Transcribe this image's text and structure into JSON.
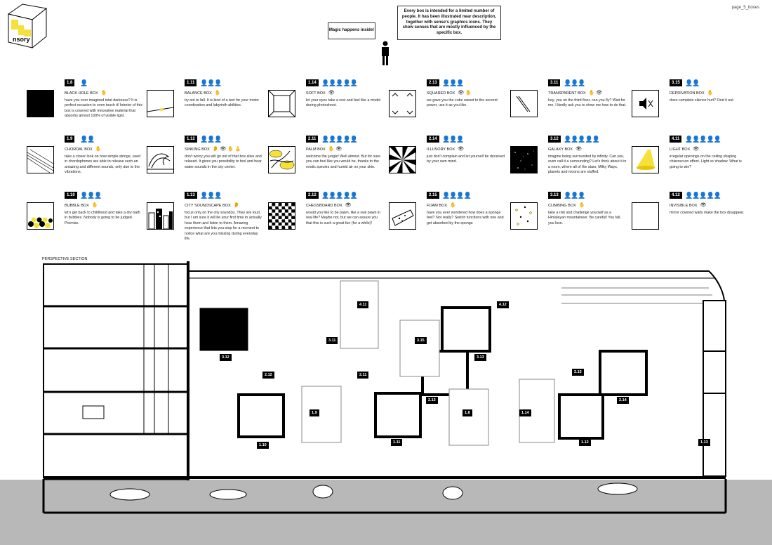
{
  "page_label": "page_5_boxes",
  "logo": {
    "text": "nsory"
  },
  "callouts": {
    "magic": "Magic happens inside!",
    "info": "Every box is intended for a limited number of people. It has been illustrated near description, together with sense's graphics icons. They show senses that are mostly influenced by the specific box."
  },
  "boxes": [
    {
      "num": "1.8",
      "title": "BLACK HOLE BOX",
      "people": "👤",
      "icons": "✋",
      "desc": "have you ever imagined total darkness? It is perfect occasion to even touch it! Interior of this box is covered with innovative material that absorbs almost 100% of visible light."
    },
    {
      "num": "1.11",
      "title": "BALANCE BOX",
      "people": "👤👤👤",
      "icons": "✋",
      "desc": "try not to fall. It is kind of a test for your motor coordination and labyrinth abilities."
    },
    {
      "num": "1.14",
      "title": "SOFT BOX",
      "people": "👤👤👤👤👤",
      "icons": "👁",
      "desc": "let your eyes take a rest and feel like a model during photoshoot."
    },
    {
      "num": "2.13",
      "title": "SQUARED BOX",
      "people": "👤👤👤",
      "icons": "👁 ✋",
      "desc": "we gave you the cube raised to the second power, use it as you like."
    },
    {
      "num": "3.11",
      "title": "TRANSPARENT BOX",
      "people": "👤👤👤",
      "icons": "✋ 👁",
      "desc": "hey, you on the third floor, can you fly? Wait for me, I kindly ask you to show me how to do that."
    },
    {
      "num": "3.15",
      "title": "DEPRIVATION BOX",
      "people": "👤👤",
      "icons": "✋",
      "desc": "does complete silence hurt? Find it out."
    },
    {
      "num": "1.9",
      "title": "CHORDAL BOX",
      "people": "👤👤",
      "icons": "✋",
      "desc": "take a closer look on how simple strings, used in chordophones are able to release such an amazing and different sounds, only due to the vibrations."
    },
    {
      "num": "1.12",
      "title": "SINKING BOX",
      "people": "👤👤👤",
      "icons": "👂 👁 ✋ 👃",
      "desc": "don't worry you will go out of that box alive and relaxed. It gives you possibility to feel and hear water sounds in the city center."
    },
    {
      "num": "2.11",
      "title": "PALM BOX",
      "people": "👤👤👤👤👤",
      "icons": "✋ 👁",
      "desc": "welcome the jungle! Well almost. But for sure you can feel like you would be, thanks to the exotic species and humid air on your skin."
    },
    {
      "num": "2.14",
      "title": "ILLUSORY BOX",
      "people": "👤👤👤",
      "icons": "👁",
      "desc": "just don't complain and let yourself be deceived by your own mind."
    },
    {
      "num": "3.12",
      "title": "GALAXY BOX",
      "people": "👤👤👤👤👤",
      "icons": "👁",
      "desc": "imagine being surrounded by infinity. Can you, even call it a surrounding? Let's think about it in a room, where all of the stars, Milky Ways, planets and moons are stuffed."
    },
    {
      "num": "4.11",
      "title": "LIGHT BOX",
      "people": "👤👤👤👤👤",
      "icons": "👁",
      "desc": "irregular openings on the ceiling shaping chiaroscuro effect. Light vs shadow. What is going to win?"
    },
    {
      "num": "1.10",
      "title": "BUBBLE BOX",
      "people": "👤👤👤",
      "icons": "✋",
      "desc": "let's get back to childhood and take a dry bath in bubbles. Nobody is going to be judged. Promise."
    },
    {
      "num": "1.13",
      "title": "CITY SOUNDSCAPE BOX",
      "people": "👤👤👤",
      "icons": "👂",
      "desc": "focus only on the city sound(s). They are loud, but I am sure it will be your first time to actually hear them and listen to them. Amazing experience that lets you stop for a moment to notice what are you missing during everyday life."
    },
    {
      "num": "2.12",
      "title": "CHESSBOARD BOX",
      "people": "👤👤👤👤👤",
      "icons": "👁",
      "desc": "would you like to be pawn, like a real pawn in real life? Maybe not, but we can assure you that this is such a great fun (for a while)!"
    },
    {
      "num": "2.15",
      "title": "FOAM BOX",
      "people": "👤👤👤👤",
      "icons": "✋",
      "desc": "have you ever wondered how does a sponge feel? Not really? Switch functions with one and get absorbed by the sponge"
    },
    {
      "num": "3.13",
      "title": "CLIMBING BOX",
      "people": "👤👤👤",
      "icons": "✋",
      "desc": "take a risk and challenge yourself as a Himalayan mountaineer. Be careful! You fall, you lose."
    },
    {
      "num": "4.12",
      "title": "INVISIBLE BOX",
      "people": "👤👤👤👤👤",
      "icons": "👁",
      "desc": "mirror covered walls make the box disappear."
    }
  ],
  "section": {
    "title": "PERSPECTIVE SECTION",
    "tags": [
      "4.11",
      "4.12",
      "3.11",
      "3.15",
      "3.12",
      "3.13",
      "2.12",
      "2.11",
      "2.13",
      "2.15",
      "2.14",
      "1.9",
      "1.8",
      "1.14",
      "1.10",
      "1.11",
      "1.12",
      "1.13"
    ]
  }
}
